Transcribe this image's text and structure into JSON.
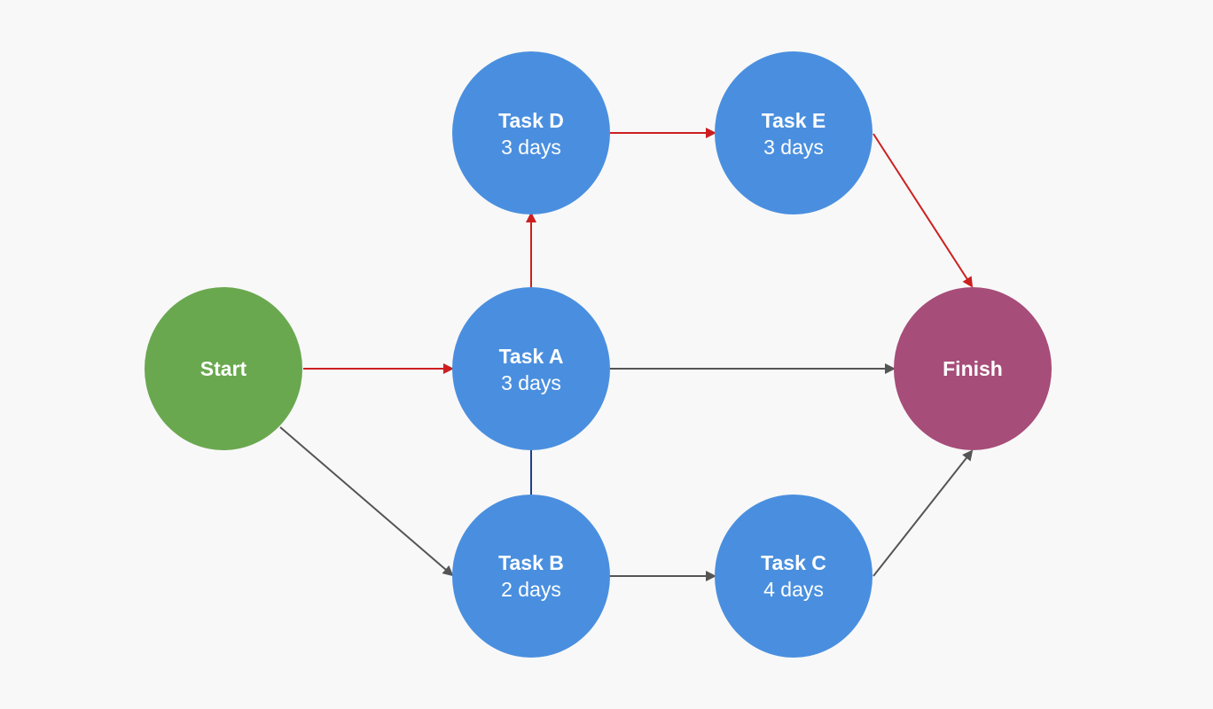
{
  "colors": {
    "background": "#f8f8f8",
    "task": "#4a8fdf",
    "start": "#6aa84f",
    "finish": "#a64d79",
    "critical_path": "#cc1f1f",
    "normal_path": "#555555",
    "link": "#1c3f8a"
  },
  "nodes": {
    "start": {
      "title": "Start"
    },
    "task_a": {
      "title": "Task A",
      "duration": "3 days"
    },
    "task_b": {
      "title": "Task B",
      "duration": "2 days"
    },
    "task_c": {
      "title": "Task C",
      "duration": "4 days"
    },
    "task_d": {
      "title": "Task D",
      "duration": "3 days"
    },
    "task_e": {
      "title": "Task E",
      "duration": "3 days"
    },
    "finish": {
      "title": "Finish"
    }
  },
  "edges": [
    {
      "from": "start",
      "to": "task_a",
      "critical": true
    },
    {
      "from": "task_a",
      "to": "task_d",
      "critical": true
    },
    {
      "from": "task_d",
      "to": "task_e",
      "critical": true
    },
    {
      "from": "task_e",
      "to": "finish",
      "critical": true
    },
    {
      "from": "start",
      "to": "task_b",
      "critical": false
    },
    {
      "from": "task_a",
      "to": "finish",
      "critical": false
    },
    {
      "from": "task_b",
      "to": "task_c",
      "critical": false
    },
    {
      "from": "task_c",
      "to": "finish",
      "critical": false
    },
    {
      "from": "task_a",
      "to": "task_b",
      "critical": false,
      "undirected": true
    }
  ]
}
